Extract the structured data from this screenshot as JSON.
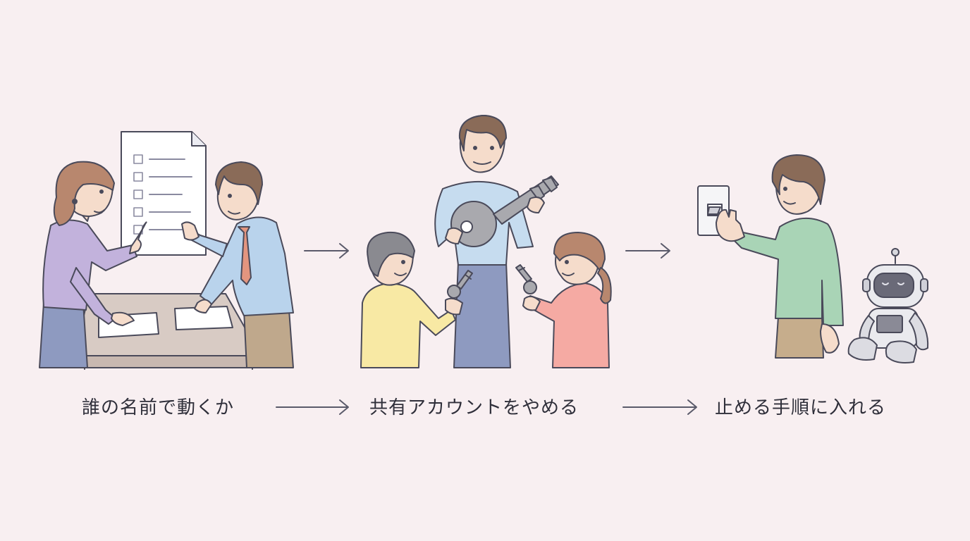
{
  "steps": [
    {
      "label": "誰の名前で動くか"
    },
    {
      "label": "共有アカウントをやめる"
    },
    {
      "label": "止める手順に入れる"
    }
  ],
  "colors": {
    "background": "#f8eff1",
    "line": "#4a4a5a",
    "arrow": "#5a5a6a"
  }
}
